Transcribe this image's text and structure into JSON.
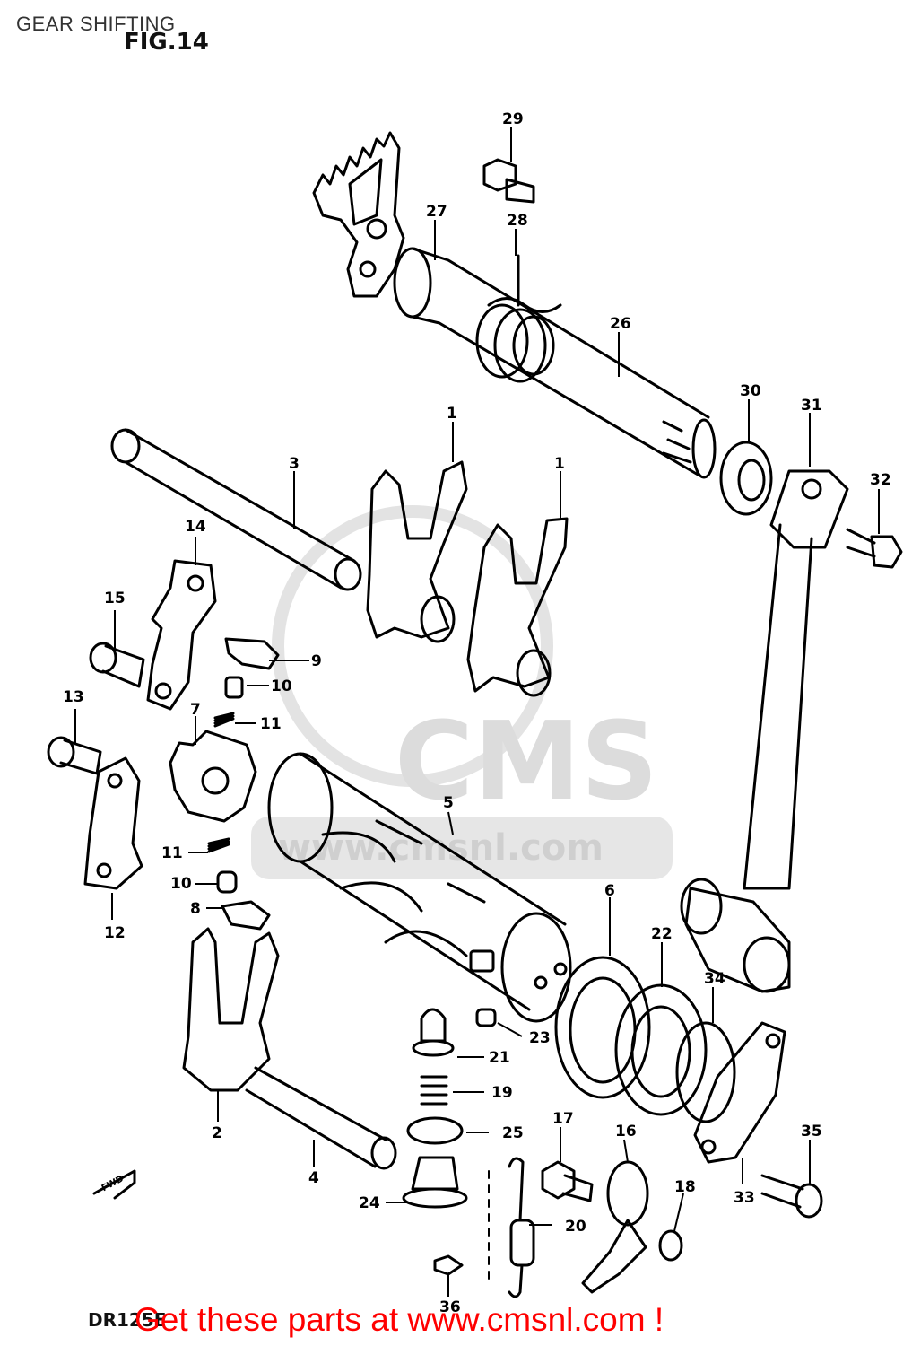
{
  "header": {
    "title": "GEAR SHIFTING",
    "figure": "FIG.14"
  },
  "model": "DR125E",
  "footer": "Get these parts at www.cmsnl.com !",
  "watermark": {
    "brand": "CMS",
    "url": "www.cmsnl.com"
  },
  "fwd_label": "FWD",
  "callouts": [
    "1",
    "1",
    "2",
    "3",
    "4",
    "5",
    "6",
    "7",
    "8",
    "9",
    "10",
    "10",
    "11",
    "11",
    "12",
    "13",
    "14",
    "15",
    "16",
    "17",
    "18",
    "19",
    "20",
    "21",
    "22",
    "23",
    "24",
    "25",
    "26",
    "27",
    "28",
    "29",
    "30",
    "31",
    "32",
    "33",
    "34",
    "35",
    "36"
  ],
  "colors": {
    "line": "#000000",
    "footer": "#ff0000",
    "watermark": "#d9d9d9"
  }
}
